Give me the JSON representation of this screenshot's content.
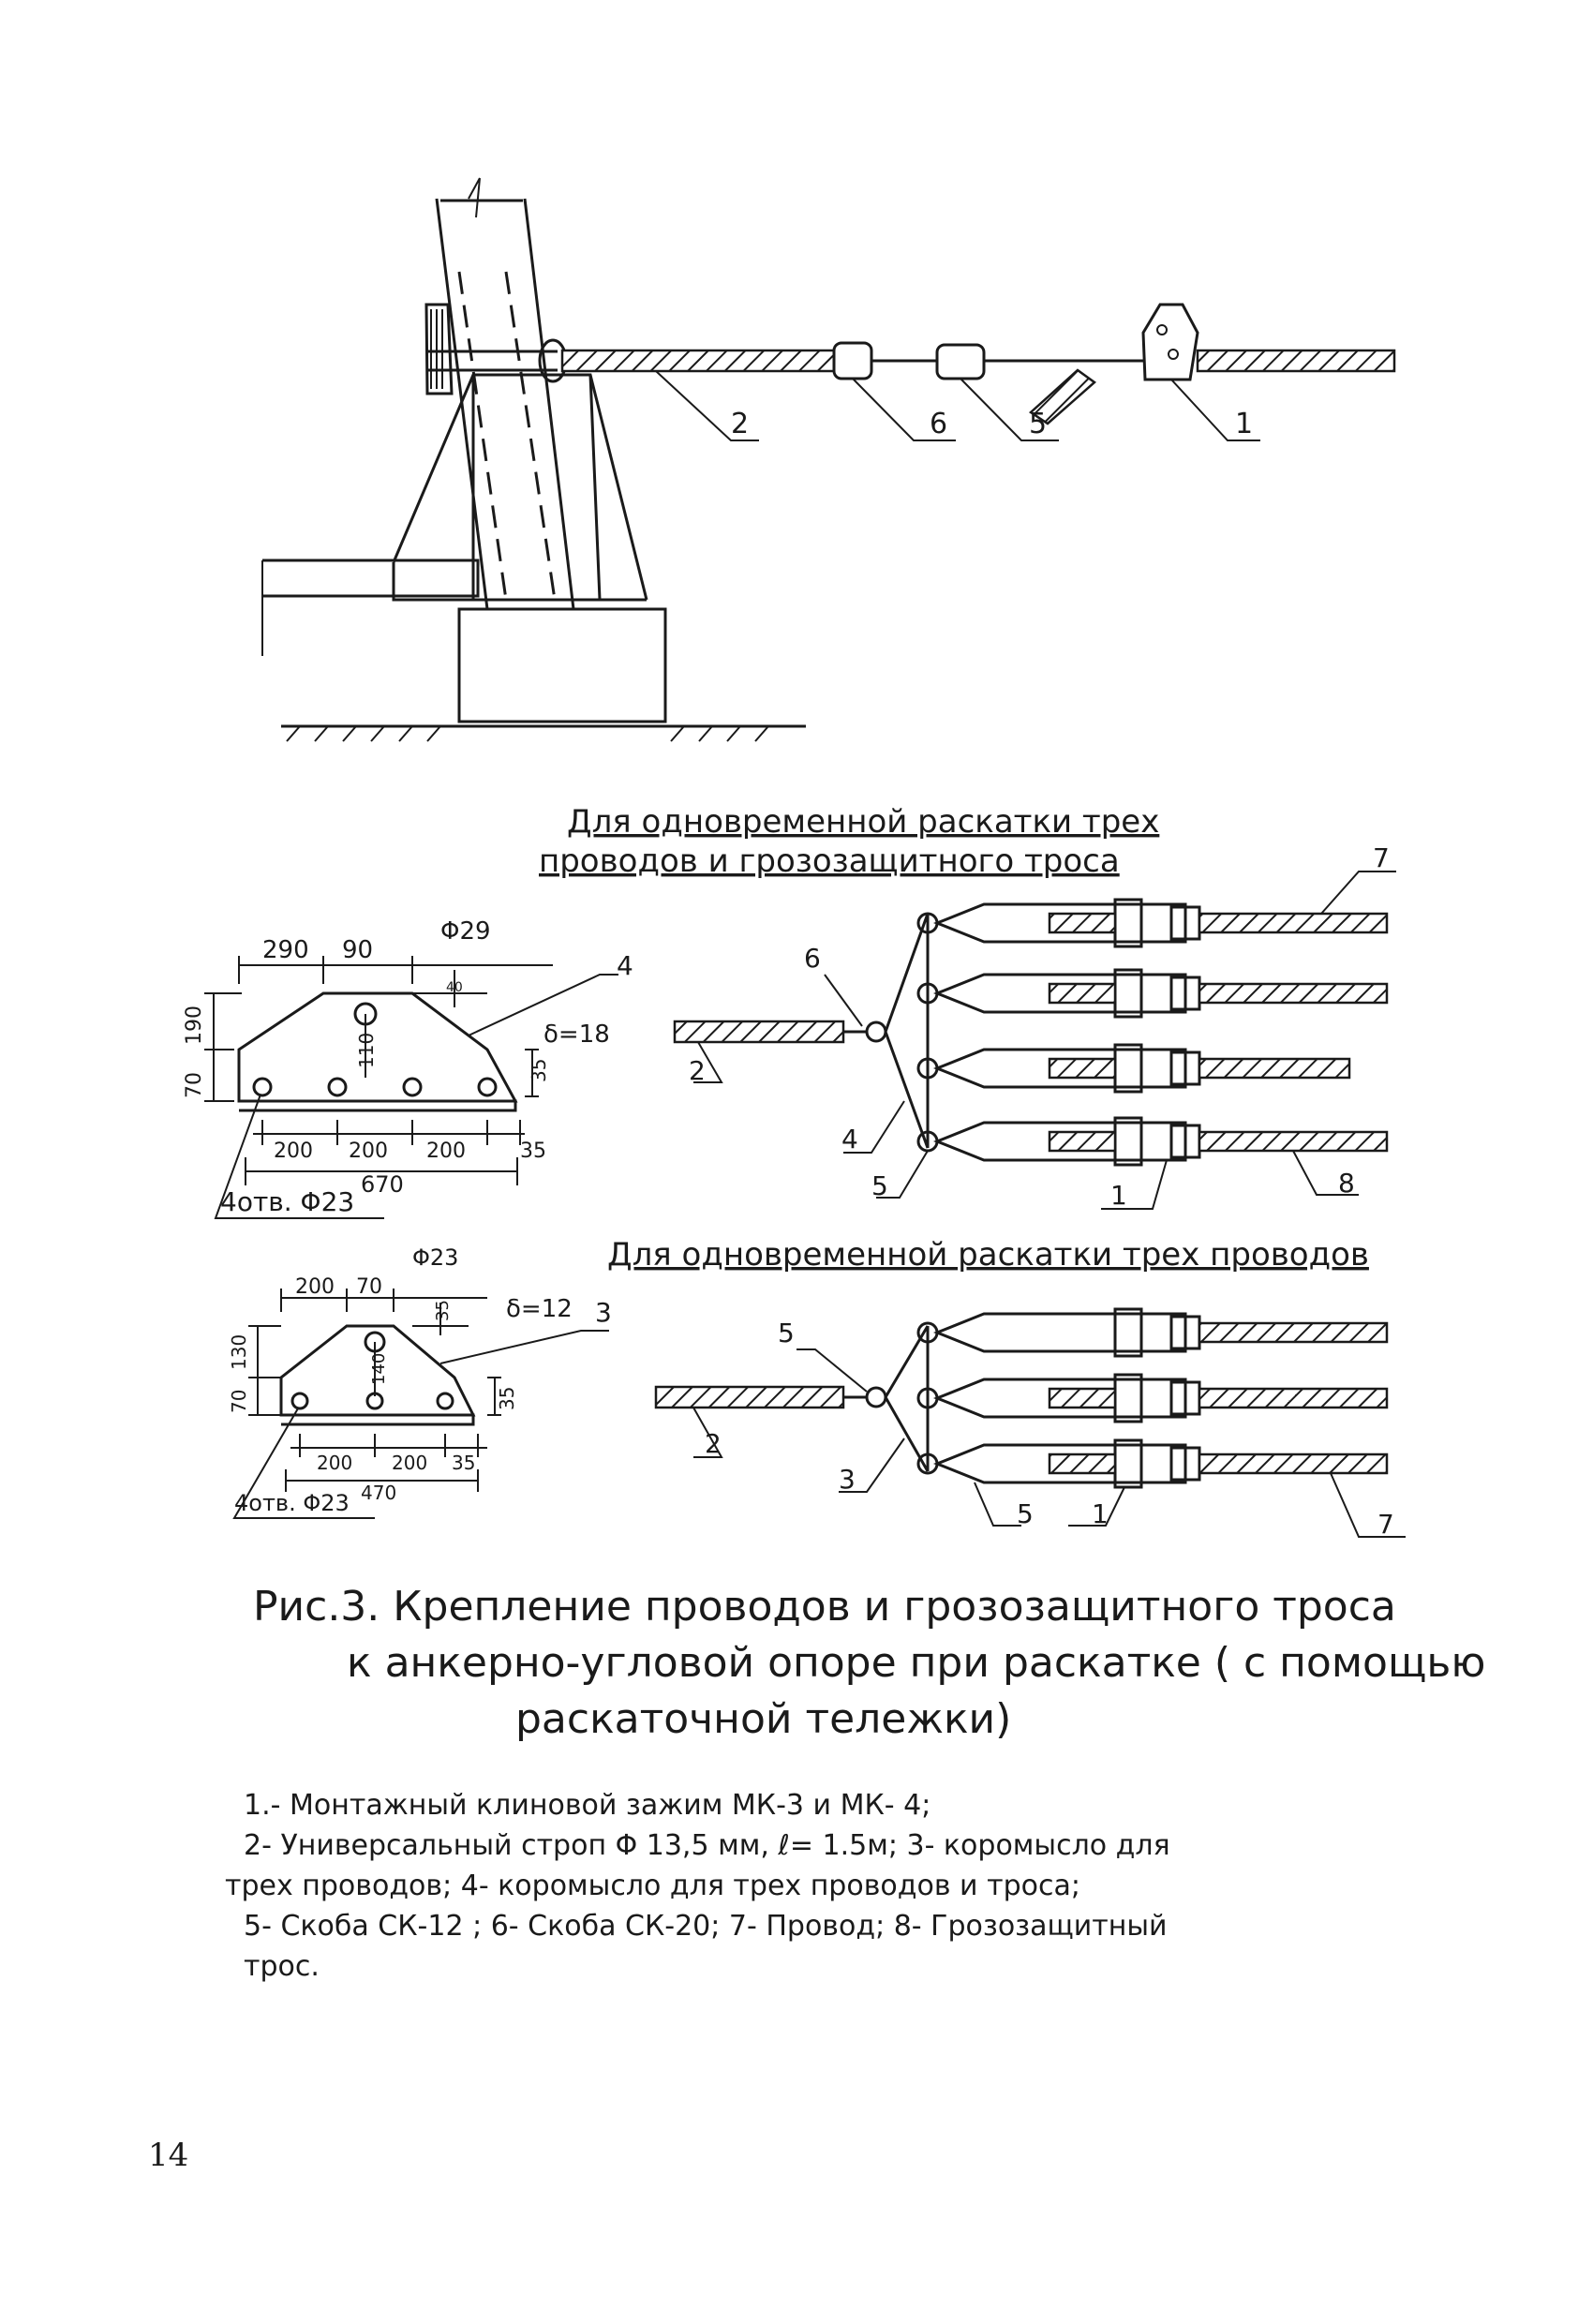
{
  "heading_three_wires_and_cable": [
    "Для одновременной раскатки трех",
    "проводов и грозозащитного троса"
  ],
  "heading_three_wires": "Для одновременной раскатки трех проводов",
  "labels": {
    "one": "1",
    "two": "2",
    "three": "3",
    "four": "4",
    "five": "5",
    "six": "6",
    "seven": "7",
    "eight": "8"
  },
  "plate4": {
    "dim_290": "290",
    "dim_90": "90",
    "dim_phi29": "Φ29",
    "dim_40": "40",
    "dim_190": "190",
    "dim_70": "70",
    "dim_110": "110",
    "dim_35": "35",
    "thickness": "δ=18",
    "dim_200a": "200",
    "dim_200b": "200",
    "dim_200c": "200",
    "dim_35b": "35",
    "dim_670": "670",
    "holes": "4отв. Φ23"
  },
  "plate3": {
    "dim_200": "200",
    "dim_70": "70",
    "dim_phi23": "Φ23",
    "dim_35": "35",
    "thickness": "δ=12",
    "dim_130": "130",
    "dim_70v": "70",
    "dim_140": "140",
    "dim_35v": "35",
    "dim_200a": "200",
    "dim_200b": "200",
    "dim_35b": "35",
    "dim_470": "470",
    "holes": "4отв. Φ23"
  },
  "caption": [
    "Рис.3. Крепление проводов и грозозащитного троса",
    "к анкерно-угловой опоре при раскатке ( с помощью",
    "раскаточной тележки)"
  ],
  "legend": [
    "1.- Монтажный клиновой зажим МК-3 и МК- 4;",
    "2- Универсальный строп Φ 13,5 мм, ℓ= 1.5м;  3- коромысло для",
    "трех проводов;  4- коромысло для трех проводов и троса;",
    "5- Скоба СК-12 ;  6- Скоба СК-20;  7- Провод;  8- Грозозащитный",
    "трос."
  ],
  "page_number": "14"
}
